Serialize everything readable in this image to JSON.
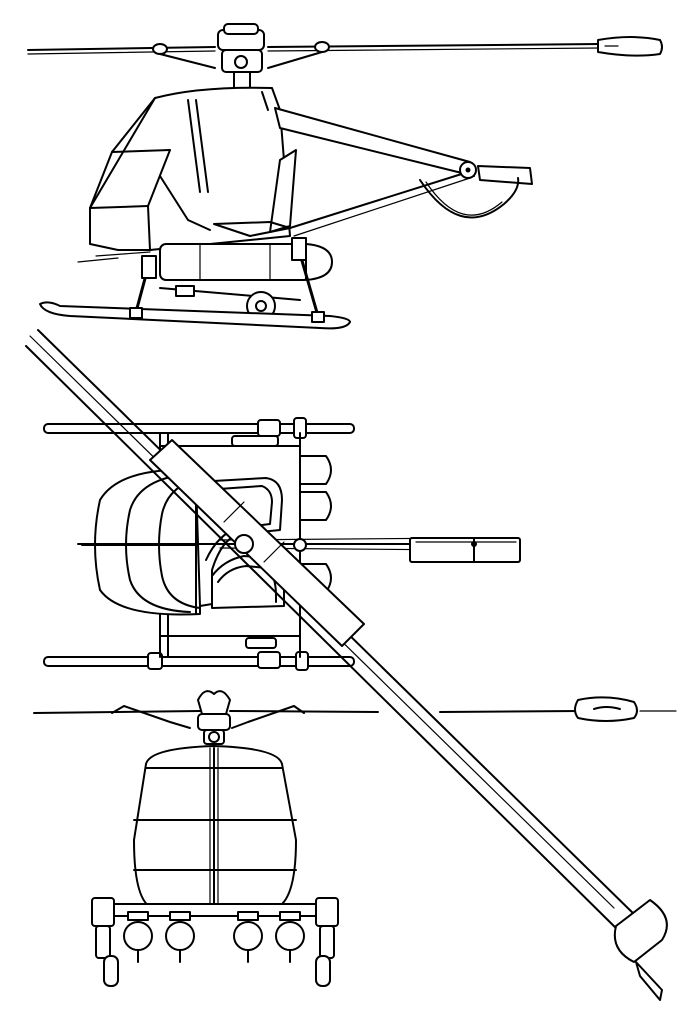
{
  "figure": {
    "views": [
      "side-view",
      "top-view",
      "front-view"
    ],
    "line_color": "#000000",
    "background_color": "#ffffff"
  }
}
